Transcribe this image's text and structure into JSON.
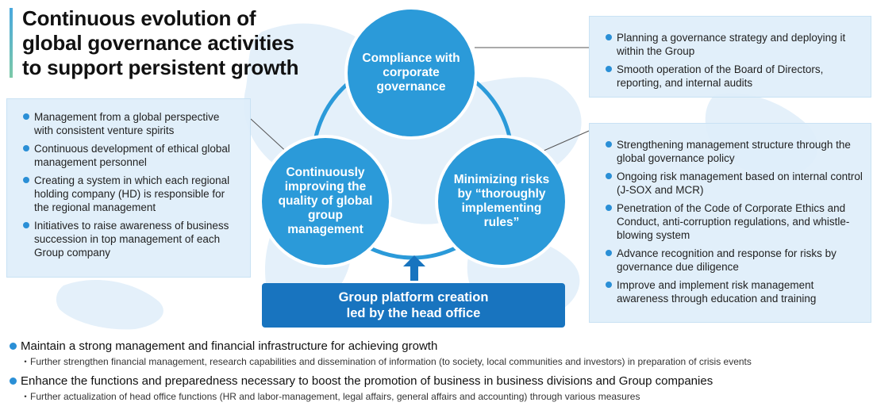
{
  "title": {
    "lines": [
      "Continuous evolution of",
      "global governance activities",
      "to support persistent growth"
    ]
  },
  "circles": {
    "top": "Compliance with corporate governance",
    "left": "Continuously improving the quality of global group management",
    "right": "Minimizing risks by “thoroughly implementing rules”"
  },
  "platform": {
    "line1": "Group platform creation",
    "line2": "led by the head office"
  },
  "left_panel": {
    "items": [
      "Management from a global perspective with consistent venture spirits",
      "Continuous development of ethical global management personnel",
      "Creating a system in which each regional holding company (HD) is responsible for the regional management",
      "Initiatives to raise awareness of business succession in top management of each Group company"
    ]
  },
  "right_top_panel": {
    "items": [
      "Planning a governance strategy and deploying it within the Group",
      "Smooth operation of the Board of Directors, reporting, and internal audits"
    ]
  },
  "right_bottom_panel": {
    "items": [
      "Strengthening management structure through the global governance policy",
      "Ongoing risk management based on internal control (J-SOX and MCR)",
      "Penetration of the Code of Corporate Ethics and Conduct, anti-corruption regulations, and whistle-blowing system",
      "Advance recognition and response for risks by governance due diligence",
      "Improve and implement risk management awareness through education and training"
    ]
  },
  "bottom": [
    {
      "main": "Maintain a strong management and financial infrastructure for achieving growth",
      "sub": "・Further strengthen financial management, research capabilities and dissemination of information (to society, local communities and investors) in preparation of crisis events"
    },
    {
      "main": "Enhance the functions and preparedness necessary to boost the promotion of business in business divisions and Group companies",
      "sub": "・Further actualization of head office functions (HR and labor-management, legal affairs, general affairs and accounting) through various measures"
    }
  ],
  "colors": {
    "circle": "#2b9ad9",
    "platform": "#1874bf",
    "panel": "#deeefa",
    "bullet": "#2a8fd6",
    "map": "#e4f0fa"
  },
  "icons": {
    "bullet": "filled-circle",
    "arrow": "up-arrow",
    "background": "world-map"
  }
}
